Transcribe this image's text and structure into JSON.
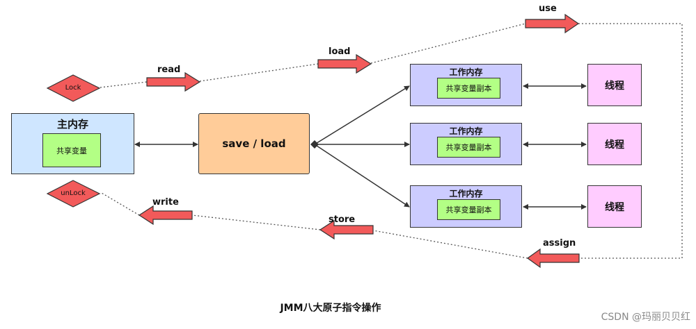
{
  "main_memory": {
    "title": "主内存",
    "inner": "共享变量"
  },
  "center": {
    "label": "save / load"
  },
  "work_memory": [
    {
      "title": "工作内存",
      "inner": "共享变量副本"
    },
    {
      "title": "工作内存",
      "inner": "共享变量副本"
    },
    {
      "title": "工作内存",
      "inner": "共享变量副本"
    }
  ],
  "threads": [
    "线程",
    "线程",
    "线程"
  ],
  "ops": {
    "lock": "Lock",
    "unlock": "unLock",
    "read": "read",
    "load": "load",
    "use": "use",
    "assign": "assign",
    "store": "store",
    "write": "write"
  },
  "caption": "JMM八大原子指令操作",
  "watermark": "CSDN @玛丽贝贝红",
  "colors": {
    "main_memory_fill": "#cfe6ff",
    "center_fill": "#ffcc99",
    "work_memory_fill": "#ccccff",
    "inner_fill": "#b3ff85",
    "thread_fill": "#ffccff",
    "op_arrow_fill": "#f25a5a"
  }
}
